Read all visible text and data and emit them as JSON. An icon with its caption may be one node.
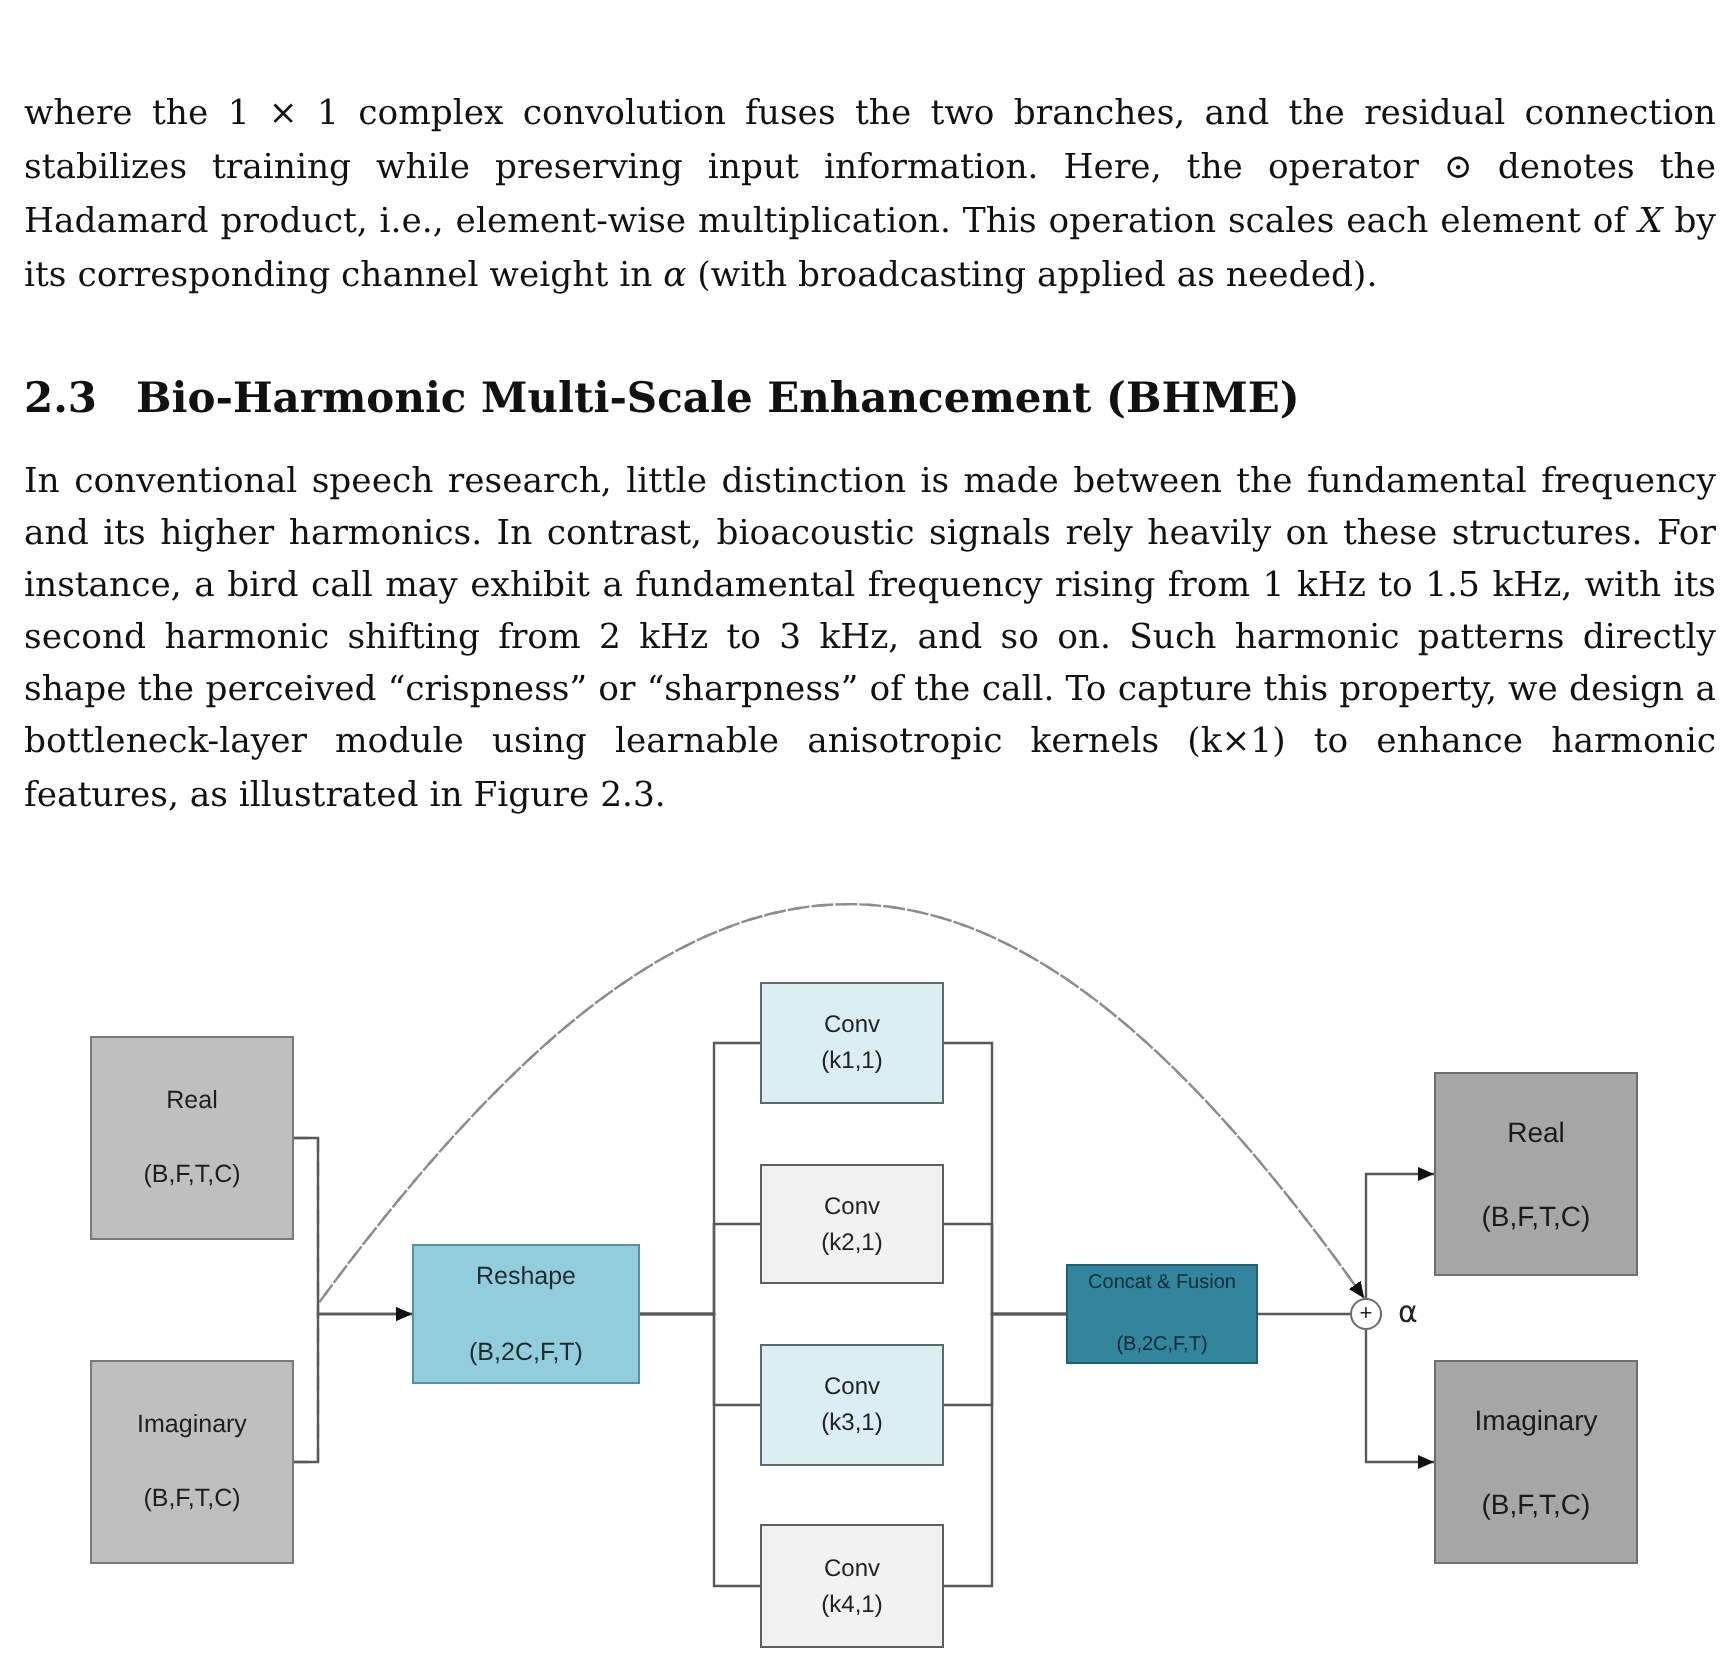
{
  "diagram": {
    "nodes": [
      {
        "text": [
          "Real",
          "(B,F,T,C)"
        ]
      },
      {
        "text": [
          "Imaginary",
          "(B,F,T,C)"
        ]
      },
      {
        "text": [
          "Reshape",
          "(B,2C,F,T)"
        ]
      },
      {
        "text": [
          "Conv",
          "(k1,1)"
        ]
      },
      {
        "text": [
          "Conv",
          "(k2,1)"
        ]
      },
      {
        "text": [
          "Conv",
          "(k3,1)"
        ]
      },
      {
        "text": [
          "Conv",
          "(k4,1)"
        ]
      },
      {
        "text": [
          "Concat & Fusion",
          "(B,2C,F,T)"
        ]
      },
      {
        "text": [
          "+"
        ],
        "beside": [
          "α"
        ]
      },
      {
        "text": [
          "Real",
          "(B,F,T,C)"
        ]
      },
      {
        "text": [
          "Imaginary",
          "(B,F,T,C)"
        ]
      }
    ],
    "edges": [
      {
        "from": 0,
        "to": 2,
        "arrow": "to"
      },
      {
        "from": 1,
        "to": 2,
        "arrow": "to"
      },
      {
        "from": 2,
        "to": 3,
        "arrow": "none"
      },
      {
        "from": 2,
        "to": 4,
        "arrow": "none"
      },
      {
        "from": 2,
        "to": 5,
        "arrow": "none"
      },
      {
        "from": 2,
        "to": 6,
        "arrow": "none"
      },
      {
        "from": 3,
        "to": 7,
        "arrow": "none"
      },
      {
        "from": 4,
        "to": 7,
        "arrow": "none"
      },
      {
        "from": 5,
        "to": 7,
        "arrow": "none"
      },
      {
        "from": 6,
        "to": 7,
        "arrow": "none"
      },
      {
        "from": 7,
        "to": 8,
        "arrow": "none"
      },
      {
        "from": 8,
        "to": 9,
        "arrow": "to"
      },
      {
        "from": 8,
        "to": 10,
        "arrow": "to"
      },
      {
        "from": 0,
        "to": 8,
        "arrow": "to",
        "style": "dashed",
        "color": "#8c8c8c"
      },
      {
        "from": 1,
        "to": 8,
        "arrow": "to",
        "style": "dashed",
        "color": "#8c8c8c"
      }
    ],
    "labels": [
      "where the 1 × 1 complex convolution fuses the two branches, and the residual connection stabilizes training while preserving input information. Here, the operator ⊙ denotes the Hadamard product, i.e., element-wise multiplication. This operation scales each element of *X* by its corresponding channel weight in *α* (with broadcasting applied as needed).",
      "2.3",
      "Bio-Harmonic Multi-Scale Enhancement (BHME)",
      "In conventional speech research, little distinction is made between the fundamental frequency and its higher harmonics. In contrast, bioacoustic signals rely heavily on these structures. For instance, a bird call may exhibit a fundamental frequency rising from 1 kHz to 1.5 kHz, with its second harmonic shifting from 2 kHz to 3 kHz, and so on. Such harmonic patterns directly shape the perceived “crispness” or “sharpness” of the call. To capture this property, we design a bottleneck-layer module using learnable anisotropic kernels (k×1) to enhance harmonic features, as illustrated in Figure 2.3."
    ]
  }
}
